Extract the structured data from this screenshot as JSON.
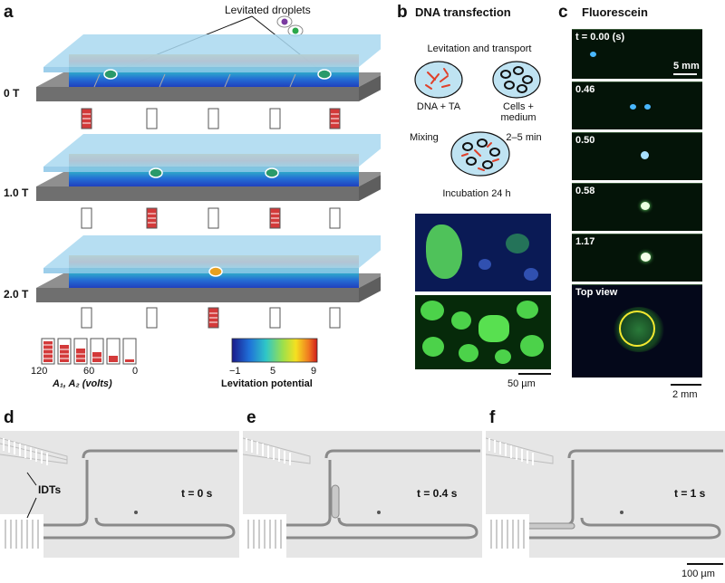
{
  "panels": {
    "a": {
      "letter": "a",
      "callout": "Levitated droplets",
      "fields": [
        "0 T",
        "1.0 T",
        "2.0 T"
      ],
      "voltage_ticks": [
        "120",
        "60",
        "0"
      ],
      "voltage_label": "A₁, A₂ (volts)",
      "colorbar_ticks": [
        "−1",
        "5",
        "9"
      ],
      "colorbar_label": "Levitation potential",
      "colors": {
        "plate": "#a9d8f0",
        "base": "#8c8c8c",
        "electrode_on": "#d33a3a"
      }
    },
    "b": {
      "letter": "b",
      "title": "DNA transfection",
      "step1": "Levitation and transport",
      "drop1": "DNA + TA",
      "drop2": "Cells + medium",
      "mixing": "Mixing",
      "time": "2–5 min",
      "incubation": "Incubation 24 h",
      "scale": "50 µm"
    },
    "c": {
      "letter": "c",
      "title": "Fluorescein",
      "frames": [
        "t = 0.00 (s)",
        "0.46",
        "0.50",
        "0.58",
        "1.17",
        "Top view"
      ],
      "scale_top": "5 mm",
      "scale_bottom": "2 mm"
    },
    "d": {
      "letter": "d",
      "time": "t = 0 s",
      "idt_label": "IDTs"
    },
    "e": {
      "letter": "e",
      "time": "t = 0.4 s"
    },
    "f": {
      "letter": "f",
      "time": "t = 1 s"
    },
    "bottom_scale": "100 µm"
  }
}
